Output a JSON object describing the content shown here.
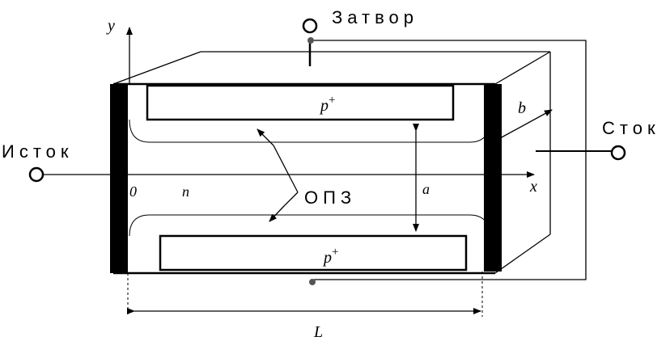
{
  "labels": {
    "gate": "Затвор",
    "source": "Исток",
    "drain": "Сток",
    "depletion": "ОПЗ",
    "p_top": "p",
    "p_bottom": "p",
    "p_sup": "+",
    "n_region": "n",
    "origin": "0",
    "axis_x": "x",
    "axis_y": "y",
    "dim_a": "a",
    "dim_b": "b",
    "dim_L": "L"
  },
  "colors": {
    "stroke": "#000000",
    "contact": "#000000",
    "terminal_fill": "#ffffff",
    "gate_dot": "#555555"
  }
}
